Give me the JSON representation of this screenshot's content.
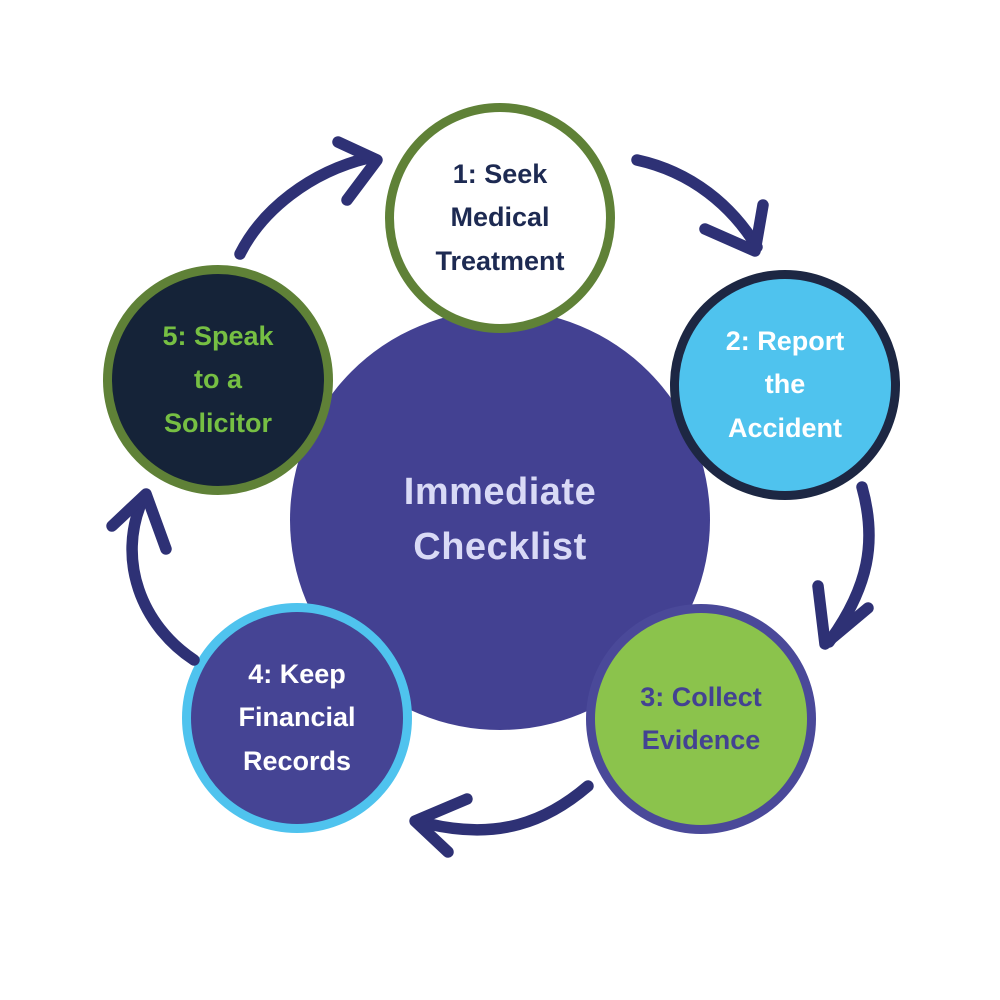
{
  "title": "Immediate Checklist",
  "diagram": {
    "type": "circular-process",
    "flow_direction": "clockwise",
    "arrow_color": "#2e3175",
    "center": {
      "label": "Immediate\nChecklist",
      "fill": "#434192",
      "text_color": "#d9daf6"
    },
    "steps": [
      {
        "id": 1,
        "label": "1: Seek\nMedical\nTreatment",
        "fill": "#ffffff",
        "border": "#5f8137",
        "text_color": "#1d2a52"
      },
      {
        "id": 2,
        "label": "2: Report\nthe\nAccident",
        "fill": "#4fc3ee",
        "border": "#1d2743",
        "text_color": "#ffffff"
      },
      {
        "id": 3,
        "label": "3: Collect\nEvidence",
        "fill": "#8bc34c",
        "border": "#4a4999",
        "text_color": "#434292"
      },
      {
        "id": 4,
        "label": "4: Keep\nFinancial\nRecords",
        "fill": "#454494",
        "border": "#4fc3ee",
        "text_color": "#ffffff"
      },
      {
        "id": 5,
        "label": "5: Speak\nto a\nSolicitor",
        "fill": "#152338",
        "border": "#5f8137",
        "text_color": "#76bf43"
      }
    ]
  }
}
